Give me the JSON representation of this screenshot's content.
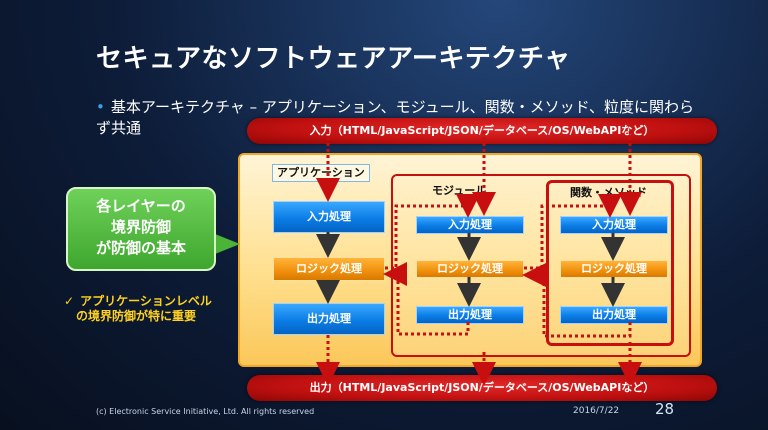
{
  "slide": {
    "title": "セキュアなソフトウェアアーキテクチャ",
    "bullet": "基本アーキテクチャ – アプリケーション、モジュール、関数・メソッド、粒度に関わらず共通",
    "callout": [
      "各レイヤーの",
      "境界防御",
      "が防御の基本"
    ],
    "check_lines": [
      "アプリケーションレベル",
      "の境界防御が特に重要"
    ],
    "copyright": "(c) Electronic Service Initiative, Ltd. All rights reserved",
    "date": "2016/7/22",
    "page_number": "28"
  },
  "diagram": {
    "input_band": "入力（HTML/JavaScript/JSON/データベース/OS/WebAPIなど）",
    "output_band": "出力（HTML/JavaScript/JSON/データベース/OS/WebAPIなど）",
    "layers": {
      "application": {
        "label": "アプリケーション",
        "input": "入力処理",
        "logic": "ロジック処理",
        "output": "出力処理"
      },
      "module": {
        "label": "モジュール",
        "input": "入力処理",
        "logic": "ロジック処理",
        "output": "出力処理"
      },
      "function": {
        "label": "関数・メソッド",
        "input": "入力処理",
        "logic": "ロジック処理",
        "output": "出力処理"
      }
    }
  },
  "colors": {
    "band_red": "#c81010",
    "box_red": "#c80f0f",
    "process_blue": "#0b7de6",
    "process_orange": "#f08f0c",
    "callout_green": "#3ea62e",
    "check_yellow": "#ffd21f"
  }
}
